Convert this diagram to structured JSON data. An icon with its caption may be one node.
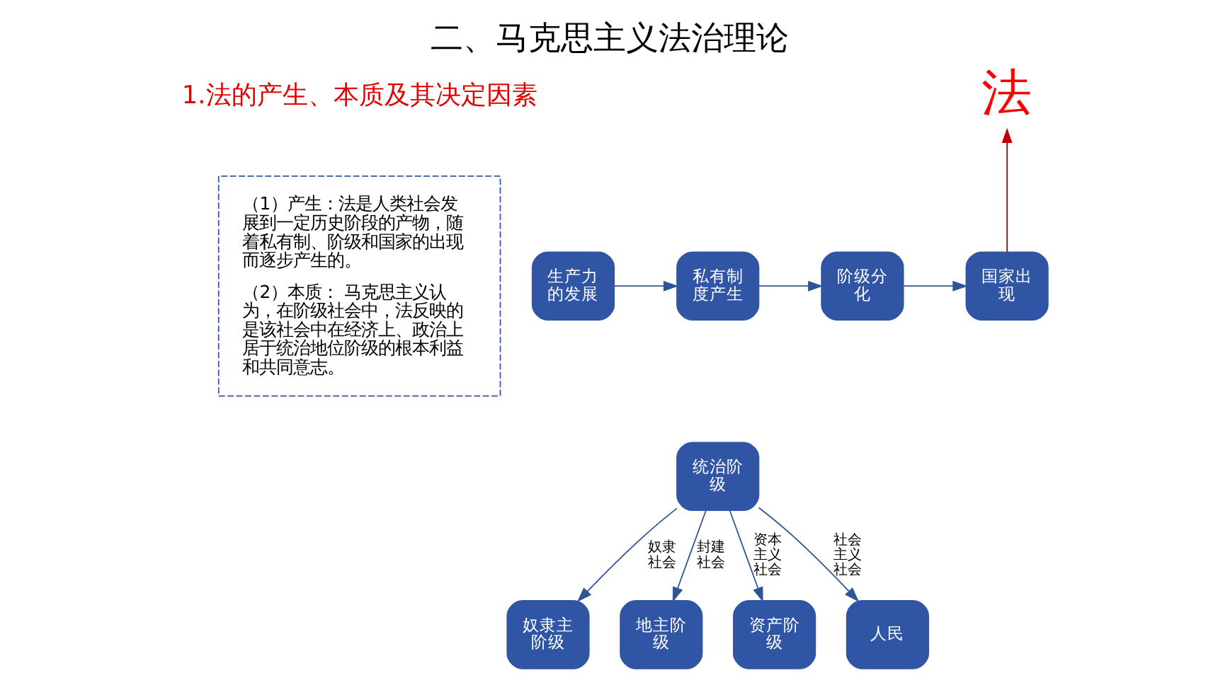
{
  "diagram": {
    "title": "二、马克思主义法治理论",
    "nodes": [
      {
        "text": [
          "（1）产生：法是人类社会发展到一定历史阶段的产物，随着私有制、阶级和国家的出现而逐步产生的。",
          "（2）本质： 马克思主义认为，在阶级社会中，法反映的是该社会中在经济上、政治上居于统治地位阶级的根本利益和共同意志。"
        ]
      },
      {
        "text": [
          "法"
        ]
      },
      {
        "text": [
          "生产力的发展"
        ]
      },
      {
        "text": [
          "私有制度产生"
        ]
      },
      {
        "text": [
          "阶级分化"
        ]
      },
      {
        "text": [
          "国家出现"
        ]
      },
      {
        "text": [
          "统治阶级"
        ]
      },
      {
        "text": [
          "奴隶主阶级"
        ]
      },
      {
        "text": [
          "地主阶级"
        ]
      },
      {
        "text": [
          "资产阶级"
        ]
      },
      {
        "text": [
          "人民"
        ]
      }
    ],
    "edges": [
      {
        "from": 2,
        "to": 3,
        "arrow": "to"
      },
      {
        "from": 3,
        "to": 4,
        "arrow": "to"
      },
      {
        "from": 4,
        "to": 5,
        "arrow": "to"
      },
      {
        "from": 5,
        "to": 1,
        "arrow": "to",
        "color": "#c00000"
      },
      {
        "from": 6,
        "to": 7,
        "arrow": "to",
        "label": "奴隶社会"
      },
      {
        "from": 6,
        "to": 8,
        "arrow": "to",
        "label": "封建社会"
      },
      {
        "from": 6,
        "to": 9,
        "arrow": "to",
        "label": "资本主义社会"
      },
      {
        "from": 6,
        "to": 10,
        "arrow": "to",
        "label": "社会主义社会"
      }
    ],
    "labels": [
      "1.法的产生、本质及其决定因素"
    ]
  }
}
